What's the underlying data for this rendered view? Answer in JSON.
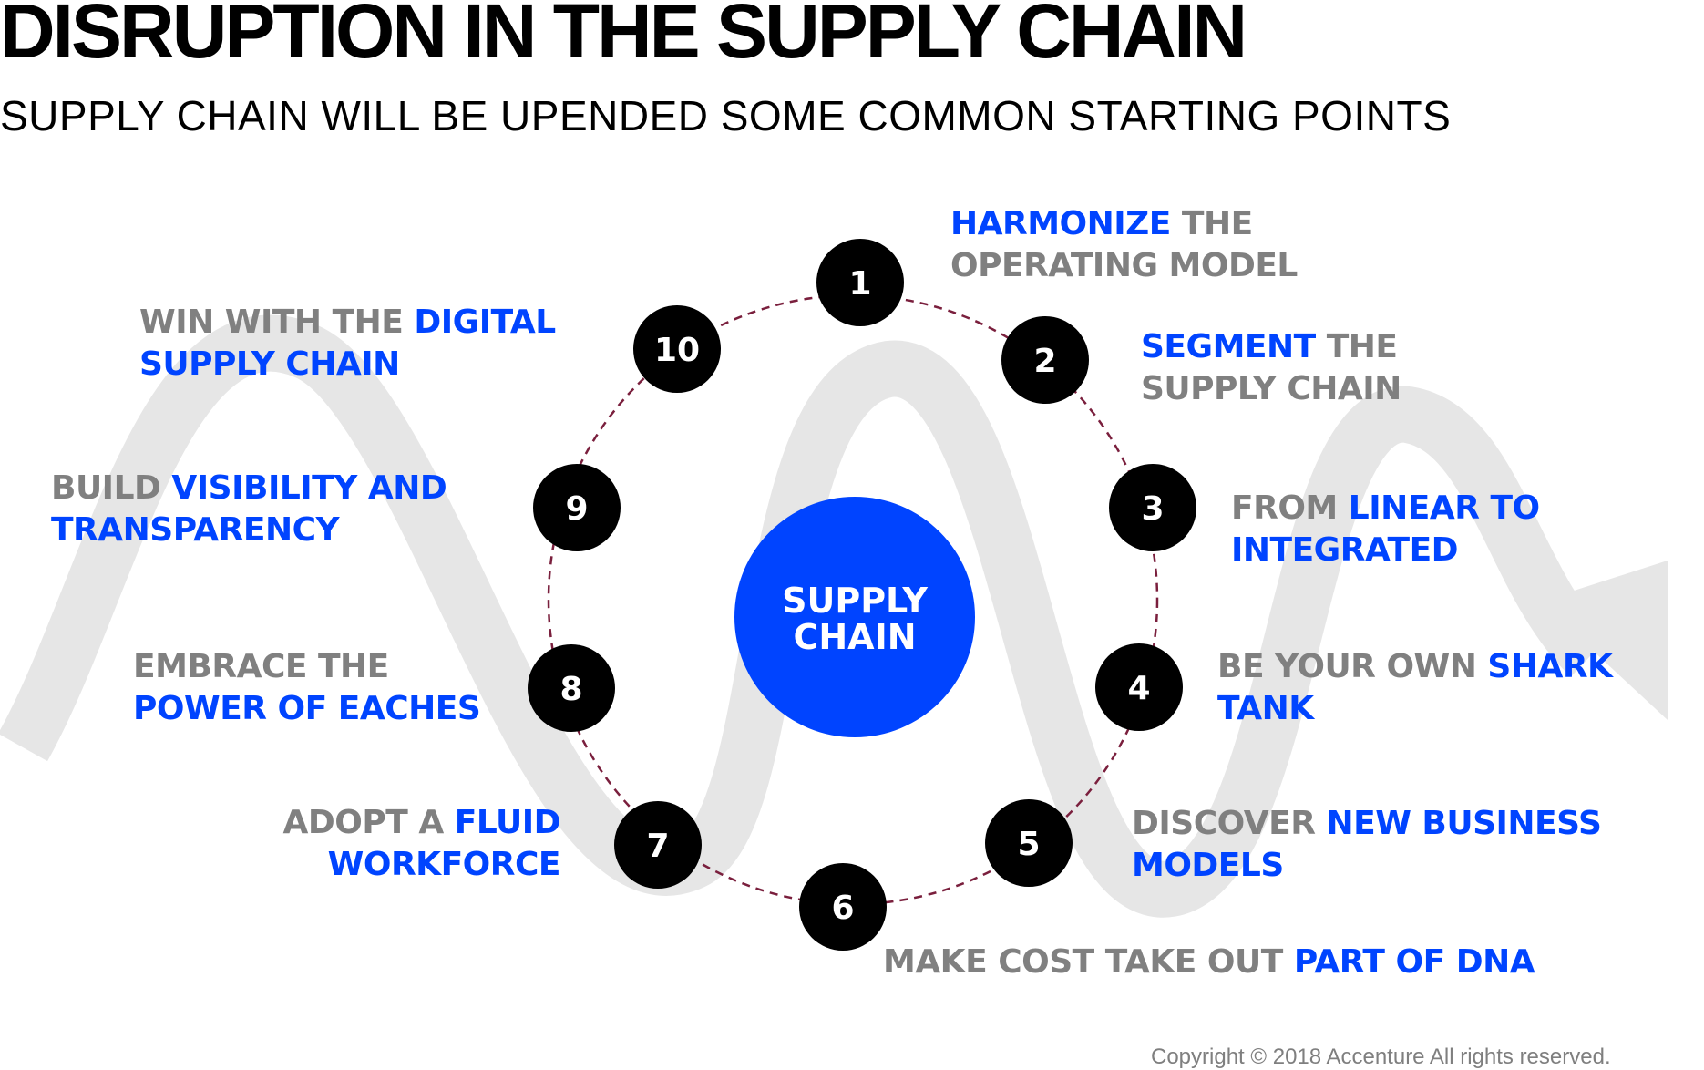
{
  "title": "DISRUPTION IN THE SUPPLY CHAIN",
  "subtitle": "SUPPLY CHAIN WILL BE UPENDED SOME COMMON STARTING POINTS",
  "center_label": [
    "SUPPLY",
    "CHAIN"
  ],
  "colors": {
    "blue": "#0044ff",
    "gray_text": "#808080",
    "wave": "#e6e6e6",
    "dashed_ring": "#7a1f3d",
    "node": "#000000"
  },
  "nodes": [
    {
      "number": "1",
      "lines": [
        [
          {
            "t": "HARMONIZE",
            "c": "b"
          },
          {
            "t": " THE",
            "c": "g"
          }
        ],
        [
          {
            "t": "OPERATING MODEL",
            "c": "g"
          }
        ]
      ]
    },
    {
      "number": "2",
      "lines": [
        [
          {
            "t": "SEGMENT",
            "c": "b"
          },
          {
            "t": " THE",
            "c": "g"
          }
        ],
        [
          {
            "t": "SUPPLY CHAIN",
            "c": "g"
          }
        ]
      ]
    },
    {
      "number": "3",
      "lines": [
        [
          {
            "t": "FROM ",
            "c": "g"
          },
          {
            "t": "LINEAR TO",
            "c": "b"
          }
        ],
        [
          {
            "t": "INTEGRATED",
            "c": "b"
          }
        ]
      ]
    },
    {
      "number": "4",
      "lines": [
        [
          {
            "t": "BE YOUR OWN ",
            "c": "g"
          },
          {
            "t": "SHARK",
            "c": "b"
          }
        ],
        [
          {
            "t": "TANK",
            "c": "b"
          }
        ]
      ]
    },
    {
      "number": "5",
      "lines": [
        [
          {
            "t": "DISCOVER ",
            "c": "g"
          },
          {
            "t": "NEW BUSINESS",
            "c": "b"
          }
        ],
        [
          {
            "t": "MODELS",
            "c": "b"
          }
        ]
      ]
    },
    {
      "number": "6",
      "lines": [
        [
          {
            "t": "MAKE COST TAKE OUT ",
            "c": "g"
          },
          {
            "t": "PART OF DNA",
            "c": "b"
          }
        ]
      ]
    },
    {
      "number": "7",
      "lines": [
        [
          {
            "t": "ADOPT A ",
            "c": "g"
          },
          {
            "t": "FLUID",
            "c": "b"
          }
        ],
        [
          {
            "t": "WORKFORCE",
            "c": "b"
          }
        ]
      ]
    },
    {
      "number": "8",
      "lines": [
        [
          {
            "t": "EMBRACE THE",
            "c": "g"
          }
        ],
        [
          {
            "t": "POWER OF EACHES",
            "c": "b"
          }
        ]
      ]
    },
    {
      "number": "9",
      "lines": [
        [
          {
            "t": "BUILD ",
            "c": "g"
          },
          {
            "t": "VISIBILITY AND",
            "c": "b"
          }
        ],
        [
          {
            "t": "TRANSPARENCY",
            "c": "b"
          }
        ]
      ]
    },
    {
      "number": "10",
      "lines": [
        [
          {
            "t": "WIN WITH THE ",
            "c": "g"
          },
          {
            "t": "DIGITAL",
            "c": "b"
          }
        ],
        [
          {
            "t": "SUPPLY CHAIN",
            "c": "b"
          }
        ]
      ]
    }
  ],
  "copyright": "Copyright © 2018 Accenture  All rights reserved."
}
